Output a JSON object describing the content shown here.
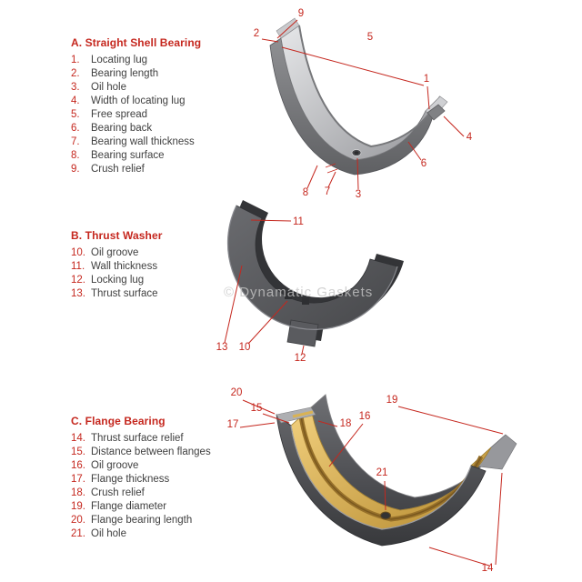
{
  "watermark": "© Dynamatic Gaskets",
  "colors": {
    "accent_red": "#c5271e",
    "label_text": "#3f3f3f",
    "steel_gray": "#9a9b9e",
    "dark_gray": "#4a4b4e",
    "bearing_yellow": "#e0b455"
  },
  "sections": [
    {
      "title": "A. Straight Shell Bearing",
      "items": [
        {
          "num": "1.",
          "label": "Locating lug"
        },
        {
          "num": "2.",
          "label": "Bearing length"
        },
        {
          "num": "3.",
          "label": "Oil hole"
        },
        {
          "num": "4.",
          "label": "Width of locating lug"
        },
        {
          "num": "5.",
          "label": "Free spread"
        },
        {
          "num": "6.",
          "label": "Bearing back"
        },
        {
          "num": "7.",
          "label": "Bearing wall thickness"
        },
        {
          "num": "8.",
          "label": "Bearing surface"
        },
        {
          "num": "9.",
          "label": "Crush relief"
        }
      ]
    },
    {
      "title": "B. Thrust Washer",
      "items": [
        {
          "num": "10.",
          "label": "Oil groove"
        },
        {
          "num": "11.",
          "label": "Wall thickness"
        },
        {
          "num": "12.",
          "label": "Locking lug"
        },
        {
          "num": "13.",
          "label": "Thrust surface"
        }
      ]
    },
    {
      "title": "C. Flange Bearing",
      "items": [
        {
          "num": "14.",
          "label": "Thrust surface relief"
        },
        {
          "num": "15.",
          "label": "Distance between flanges"
        },
        {
          "num": "16.",
          "label": "Oil groove"
        },
        {
          "num": "17.",
          "label": "Flange thickness"
        },
        {
          "num": "18.",
          "label": "Crush relief"
        },
        {
          "num": "19.",
          "label": "Flange diameter"
        },
        {
          "num": "20.",
          "label": "Flange bearing length"
        },
        {
          "num": "21.",
          "label": "Oil hole"
        }
      ]
    }
  ],
  "callouts": {
    "a": [
      "9",
      "2",
      "5",
      "1",
      "4",
      "6",
      "3",
      "7",
      "8"
    ],
    "b": [
      "11",
      "13",
      "10",
      "12"
    ],
    "c": [
      "20",
      "15",
      "17",
      "18",
      "16",
      "19",
      "21",
      "14"
    ]
  }
}
